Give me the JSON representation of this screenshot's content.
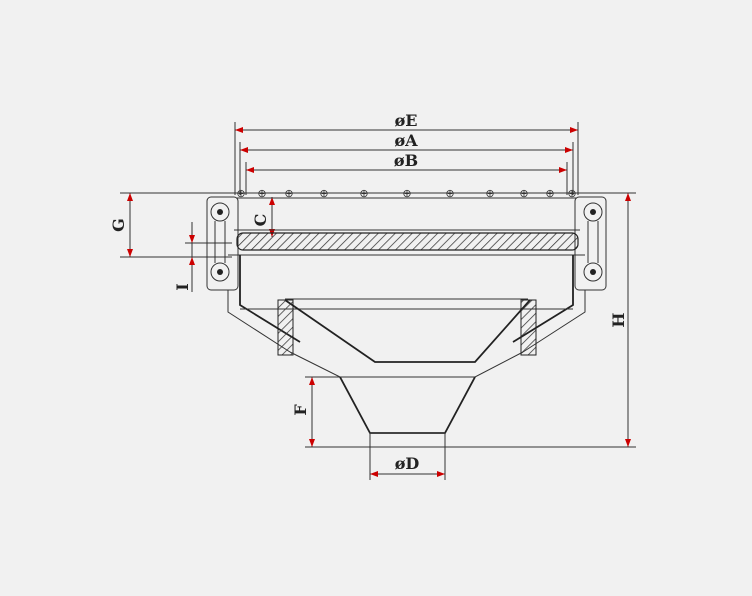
{
  "labels": {
    "dia_E": "øE",
    "dia_A": "øA",
    "dia_B": "øB",
    "G": "G",
    "C": "C",
    "I": "I",
    "H": "H",
    "F": "F",
    "dia_D": "øD"
  },
  "colors": {
    "background": "#f1f1f1",
    "arrow": "#cc0000",
    "line": "#333333"
  }
}
